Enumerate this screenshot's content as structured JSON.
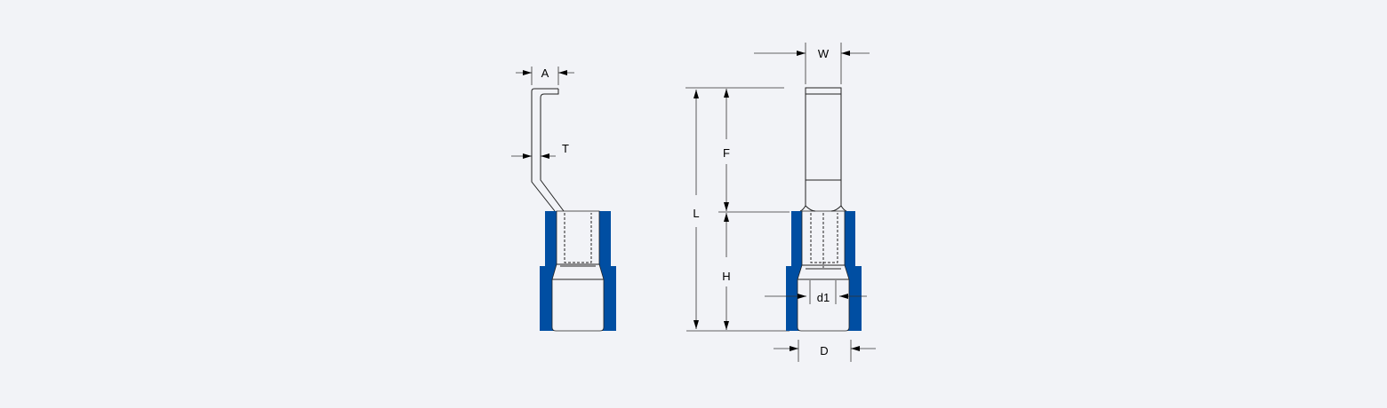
{
  "colors": {
    "background": "#f2f3f7",
    "insulation": "#004ea2",
    "line": "#222222"
  },
  "side_view": {
    "labels": {
      "A": "A",
      "T": "T"
    }
  },
  "dimensions": {
    "L": "L",
    "F": "F",
    "H": "H"
  },
  "front_view": {
    "labels": {
      "W": "W",
      "d1": "d1",
      "D": "D"
    }
  }
}
